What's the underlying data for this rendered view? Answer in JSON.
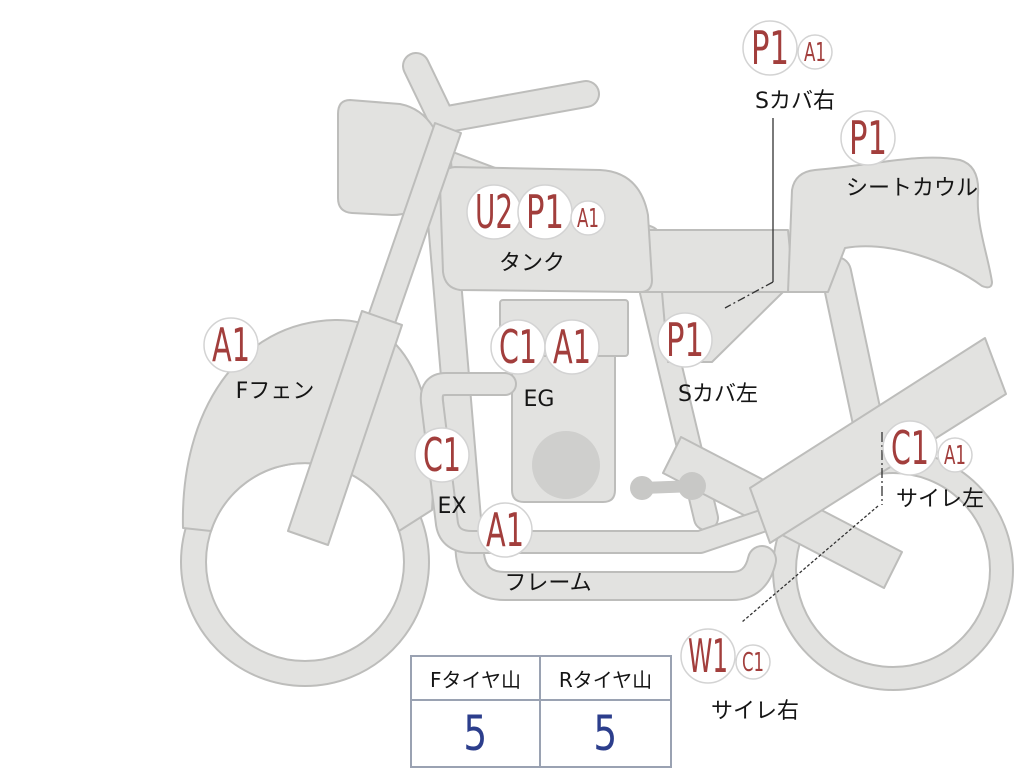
{
  "colors": {
    "code_text": "#a23e3c",
    "body_fill": "#e2e2e0",
    "body_stroke": "#bdbdbb",
    "tire_value_text": "#2c3e8c",
    "table_border": "#9aa2b2"
  },
  "parts": {
    "side_cover_right": {
      "label": "Sカバ右",
      "codes": [
        "P1",
        "A1"
      ]
    },
    "seat_cowl": {
      "label": "シートカウル",
      "codes": [
        "P1"
      ]
    },
    "tank": {
      "label": "タンク",
      "codes": [
        "U2",
        "P1",
        "A1"
      ]
    },
    "front_fender": {
      "label": "Fフェン",
      "codes": [
        "A1"
      ]
    },
    "engine": {
      "label": "EG",
      "codes": [
        "C1",
        "A1"
      ]
    },
    "side_cover_left": {
      "label": "Sカバ左",
      "codes": [
        "P1"
      ]
    },
    "exhaust": {
      "label": "EX",
      "codes": [
        "C1"
      ]
    },
    "frame": {
      "label": "フレーム",
      "codes": [
        "A1"
      ]
    },
    "silencer_left": {
      "label": "サイレ左",
      "codes": [
        "C1",
        "A1"
      ]
    },
    "silencer_right": {
      "label": "サイレ右",
      "codes": [
        "W1",
        "C1"
      ]
    }
  },
  "tire_table": {
    "headers": [
      "Fタイヤ山",
      "Rタイヤ山"
    ],
    "values": [
      "5",
      "5"
    ]
  }
}
